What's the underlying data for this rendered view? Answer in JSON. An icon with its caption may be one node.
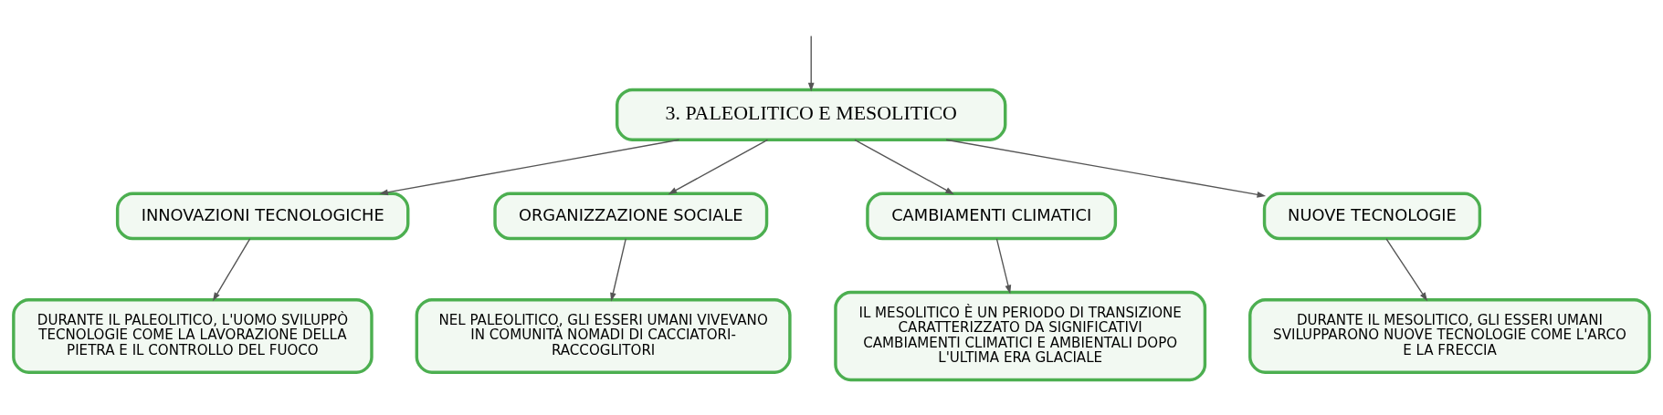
{
  "diagram": {
    "nodes": [
      {
        "text": [
          "3. PALEOLITICO E MESOLITICO"
        ]
      },
      {
        "text": [
          "INNOVAZIONI TECNOLOGICHE"
        ]
      },
      {
        "text": [
          "ORGANIZZAZIONE SOCIALE"
        ]
      },
      {
        "text": [
          "CAMBIAMENTI CLIMATICI"
        ]
      },
      {
        "text": [
          "NUOVE TECNOLOGIE"
        ]
      },
      {
        "text": [
          "DURANTE IL PALEOLITICO, L'UOMO SVILUPPÒ TECNOLOGIE COME LA LAVORAZIONE DELLA PIETRA E IL CONTROLLO DEL FUOCO"
        ]
      },
      {
        "text": [
          "NEL PALEOLITICO, GLI ESSERI UMANI VIVEVANO IN COMUNITÀ NOMADI DI CACCIATORI-RACCOGLITORI"
        ]
      },
      {
        "text": [
          "IL MESOLITICO È UN PERIODO DI TRANSIZIONE CARATTERIZZATO DA SIGNIFICATIVI CAMBIAMENTI CLIMATICI E AMBIENTALI DOPO L'ULTIMA ERA GLACIALE"
        ]
      },
      {
        "text": [
          "DURANTE IL MESOLITICO, GLI ESSERI UMANI SVILUPPARONO NUOVE TECNOLOGIE COME L'ARCO E LA FRECCIA"
        ]
      }
    ],
    "edges": [
      {
        "from": null,
        "to": 0,
        "arrow": "to"
      },
      {
        "from": 0,
        "to": 1,
        "arrow": "to"
      },
      {
        "from": 0,
        "to": 2,
        "arrow": "to"
      },
      {
        "from": 0,
        "to": 3,
        "arrow": "to"
      },
      {
        "from": 0,
        "to": 4,
        "arrow": "to"
      },
      {
        "from": 1,
        "to": 5,
        "arrow": "to"
      },
      {
        "from": 2,
        "to": 6,
        "arrow": "to"
      },
      {
        "from": 3,
        "to": 7,
        "arrow": "to"
      },
      {
        "from": 4,
        "to": 8,
        "arrow": "to"
      }
    ]
  }
}
